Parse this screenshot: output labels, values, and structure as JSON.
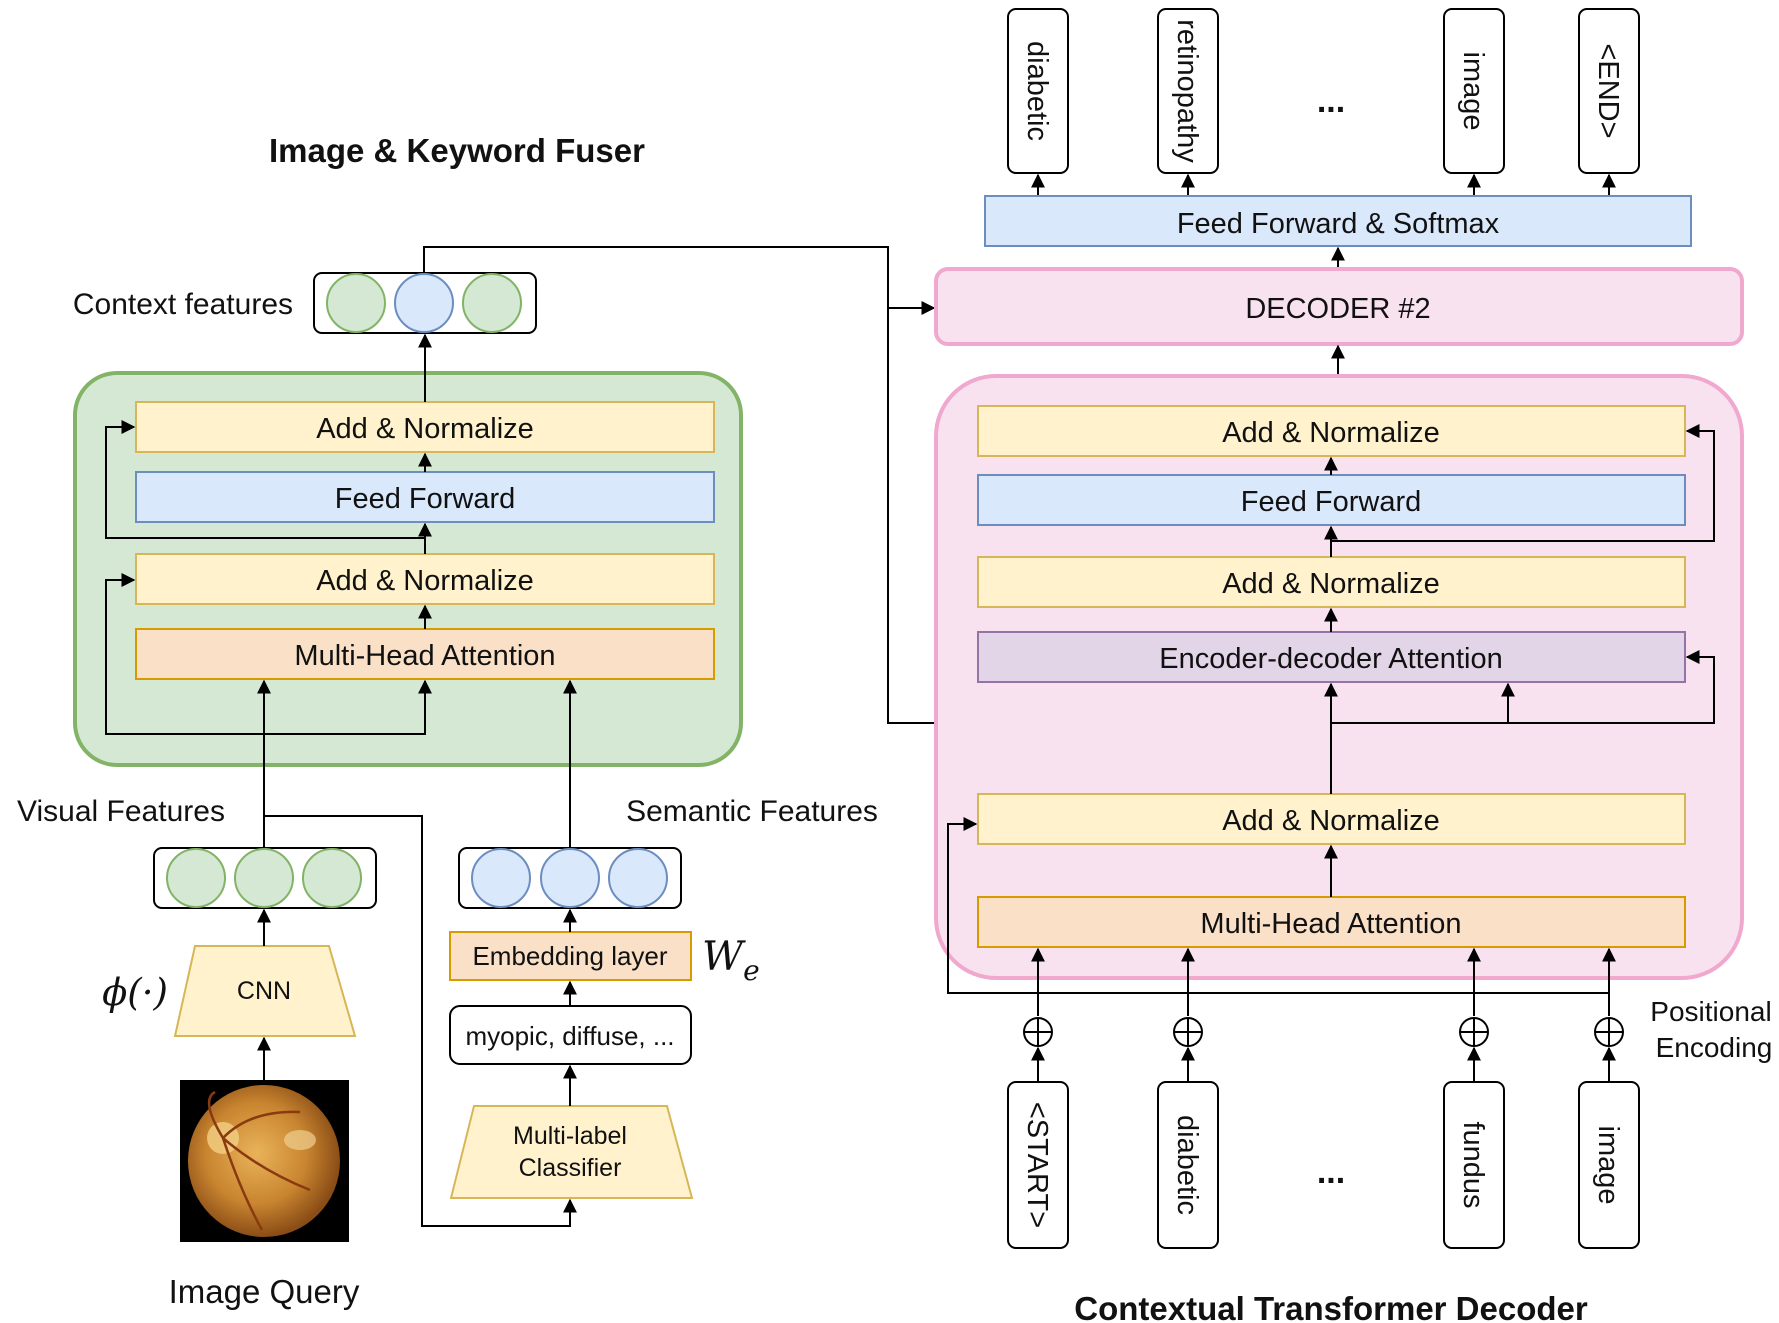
{
  "fuser": {
    "title": "Image & Keyword Fuser",
    "context_features": "Context features",
    "add_normalize_top": "Add & Normalize",
    "feed_forward": "Feed Forward",
    "add_normalize_bottom": "Add & Normalize",
    "multi_head_attention": "Multi-Head Attention",
    "visual_features": "Visual Features",
    "semantic_features": "Semantic Features",
    "cnn": "CNN",
    "phi": "ϕ(·)",
    "embedding_layer": "Embedding layer",
    "we": "W",
    "we_sub": "e",
    "keywords": "myopic, diffuse, ...",
    "classifier_line1": "Multi-label",
    "classifier_line2": "Classifier",
    "image_query": "Image Query"
  },
  "decoder": {
    "title": "Contextual Transformer Decoder",
    "output_tokens": [
      "diabetic",
      "retinopathy",
      "image",
      "<END>"
    ],
    "output_ellipsis": "...",
    "feed_forward_softmax": "Feed Forward & Softmax",
    "decoder2": "DECODER #2",
    "add_normalize_1": "Add & Normalize",
    "feed_forward": "Feed Forward",
    "add_normalize_2": "Add & Normalize",
    "enc_dec_attention": "Encoder-decoder Attention",
    "add_normalize_3": "Add & Normalize",
    "multi_head_attention": "Multi-Head Attention",
    "input_tokens": [
      "<START>",
      "diabetic",
      "fundus",
      "image"
    ],
    "input_ellipsis": "...",
    "positional_line1": "Positional",
    "positional_line2": "Encoding"
  },
  "colors": {
    "green_panel_fill": "#d5e8d4",
    "green_panel_stroke": "#82b366",
    "pink_panel_fill": "#f8e2ef",
    "pink_panel_stroke": "#f0a8cf",
    "yellow_fill": "#fff2cc",
    "yellow_stroke": "#d6b656",
    "blue_fill": "#dae8fc",
    "blue_stroke": "#6c8ebf",
    "orange_fill": "#f9e0c7",
    "orange_stroke": "#d79b00",
    "purple_fill": "#e1d5e7",
    "purple_stroke": "#9673a6"
  }
}
